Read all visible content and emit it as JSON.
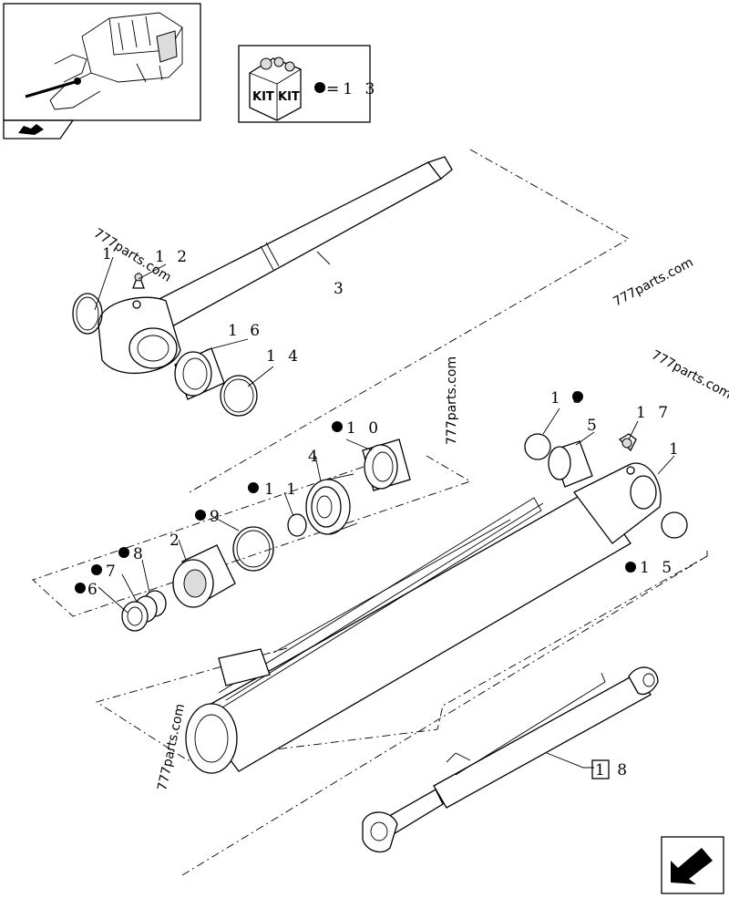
{
  "kit_box": {
    "kit_label": "KIT",
    "equals_label": "=1 3"
  },
  "callouts": {
    "c1a": "1",
    "c12": "1 2",
    "c3": "3",
    "c16": "1 6",
    "c14": "1 4",
    "c10": "1 0",
    "c4": "4",
    "c11": "1 1",
    "c9": "9",
    "c2": "2",
    "c8": "8",
    "c7": "7",
    "c6": "6",
    "c15a": "1 5",
    "c5": "5",
    "c17": "1 7",
    "c1b": "1",
    "c15b": "1 5",
    "c18": "1 8"
  },
  "watermarks": {
    "w1": "777parts.com",
    "w2": "777parts.com",
    "w3": "777parts.com",
    "w4": "777parts.com",
    "w5": "777parts.com"
  }
}
